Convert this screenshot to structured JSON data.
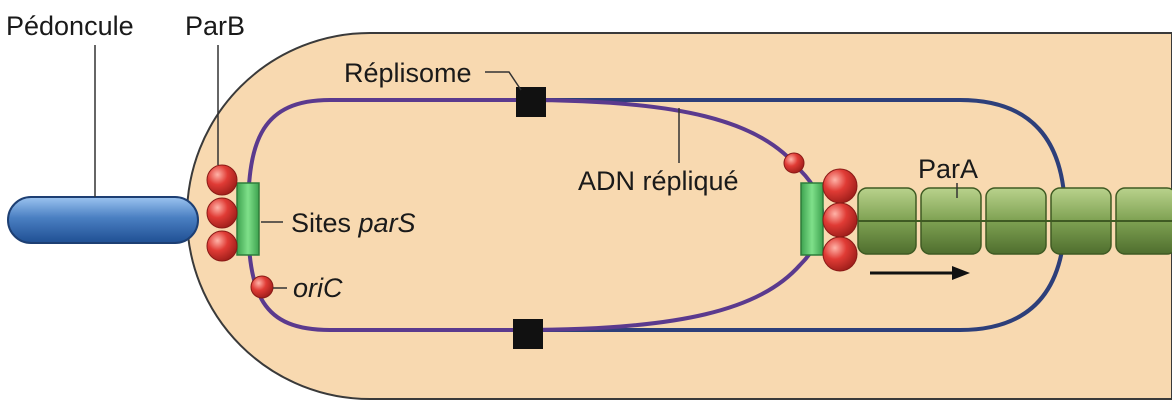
{
  "labels": {
    "pedoncule": "Pédoncule",
    "parb": "ParB",
    "replisome": "Réplisome",
    "adn_replique": "ADN répliqué",
    "para": "ParA",
    "sites_prefix": "Sites ",
    "sites_italic": "parS",
    "oric": "oriC"
  },
  "colors": {
    "cell_fill": "#f8d9b0",
    "cell_stroke": "#3a3a3a",
    "dna_purple": "#5b3a8e",
    "dna_blue": "#2d3f7a",
    "pars_green": "#5cc16a",
    "parb_red": "#e03b35",
    "para_green": "#7ea152",
    "stalk_blue": "#4a7fc2",
    "replisome_black": "#111111"
  }
}
